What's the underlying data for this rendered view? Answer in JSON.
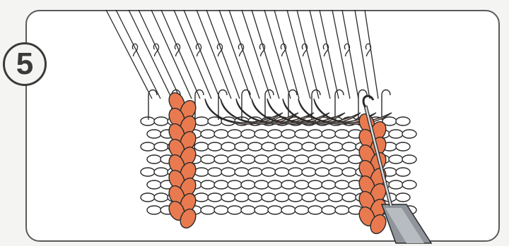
{
  "step": {
    "number": "5"
  },
  "colors": {
    "frame_border": "#5a5a5a",
    "orange_column": "#e97a4f",
    "pink_loops": "#f6cdbf",
    "stitch_outline": "#2a2a2a",
    "crochet_hook": "#9aa0a6"
  },
  "icons": [
    "knitting-machine-needles",
    "crochet-hook"
  ]
}
